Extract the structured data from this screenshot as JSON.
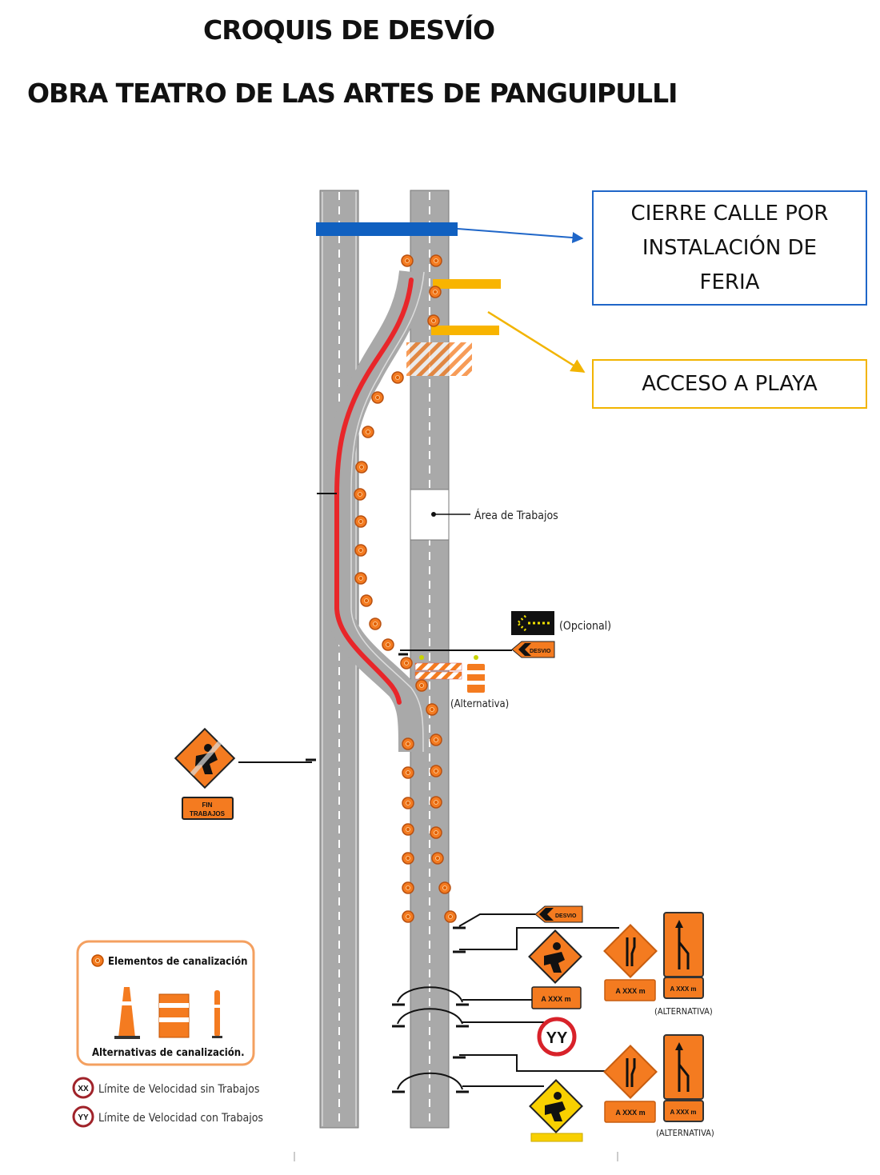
{
  "header": {
    "title": "CROQUIS DE DESVÍO",
    "subtitle": "OBRA TEATRO DE LAS ARTES DE PANGUIPULLI"
  },
  "callouts": {
    "street_closure": {
      "text": "CIERRE CALLE POR INSTALACIÓN DE FERIA",
      "color": "#1f66c8"
    },
    "beach_access": {
      "text": "ACCESO A PLAYA",
      "color": "#f2b400"
    }
  },
  "diagram": {
    "work_area_label": "Área de Trabajos",
    "arrow_board_label": "(Opcional)",
    "barricade_label": "(Alternativa)",
    "detour_sign_text": "DESVIO",
    "end_works_sign_text": "FIN TRABAJOS",
    "distance_plate_text": "A XXX m",
    "alternative_label": "(ALTERNATIVA)",
    "speed_limit_with_works": "YY",
    "detour_route_color": "#e8262a"
  },
  "legend": {
    "channelizing_elements": "Elementos de canalización",
    "channelizing_alternatives": "Alternativas de canalización.",
    "speed_no_works_code": "XX",
    "speed_no_works": "Límite de Velocidad sin Trabajos",
    "speed_with_works_code": "YY",
    "speed_with_works": "Límite de Velocidad con Trabajos"
  }
}
